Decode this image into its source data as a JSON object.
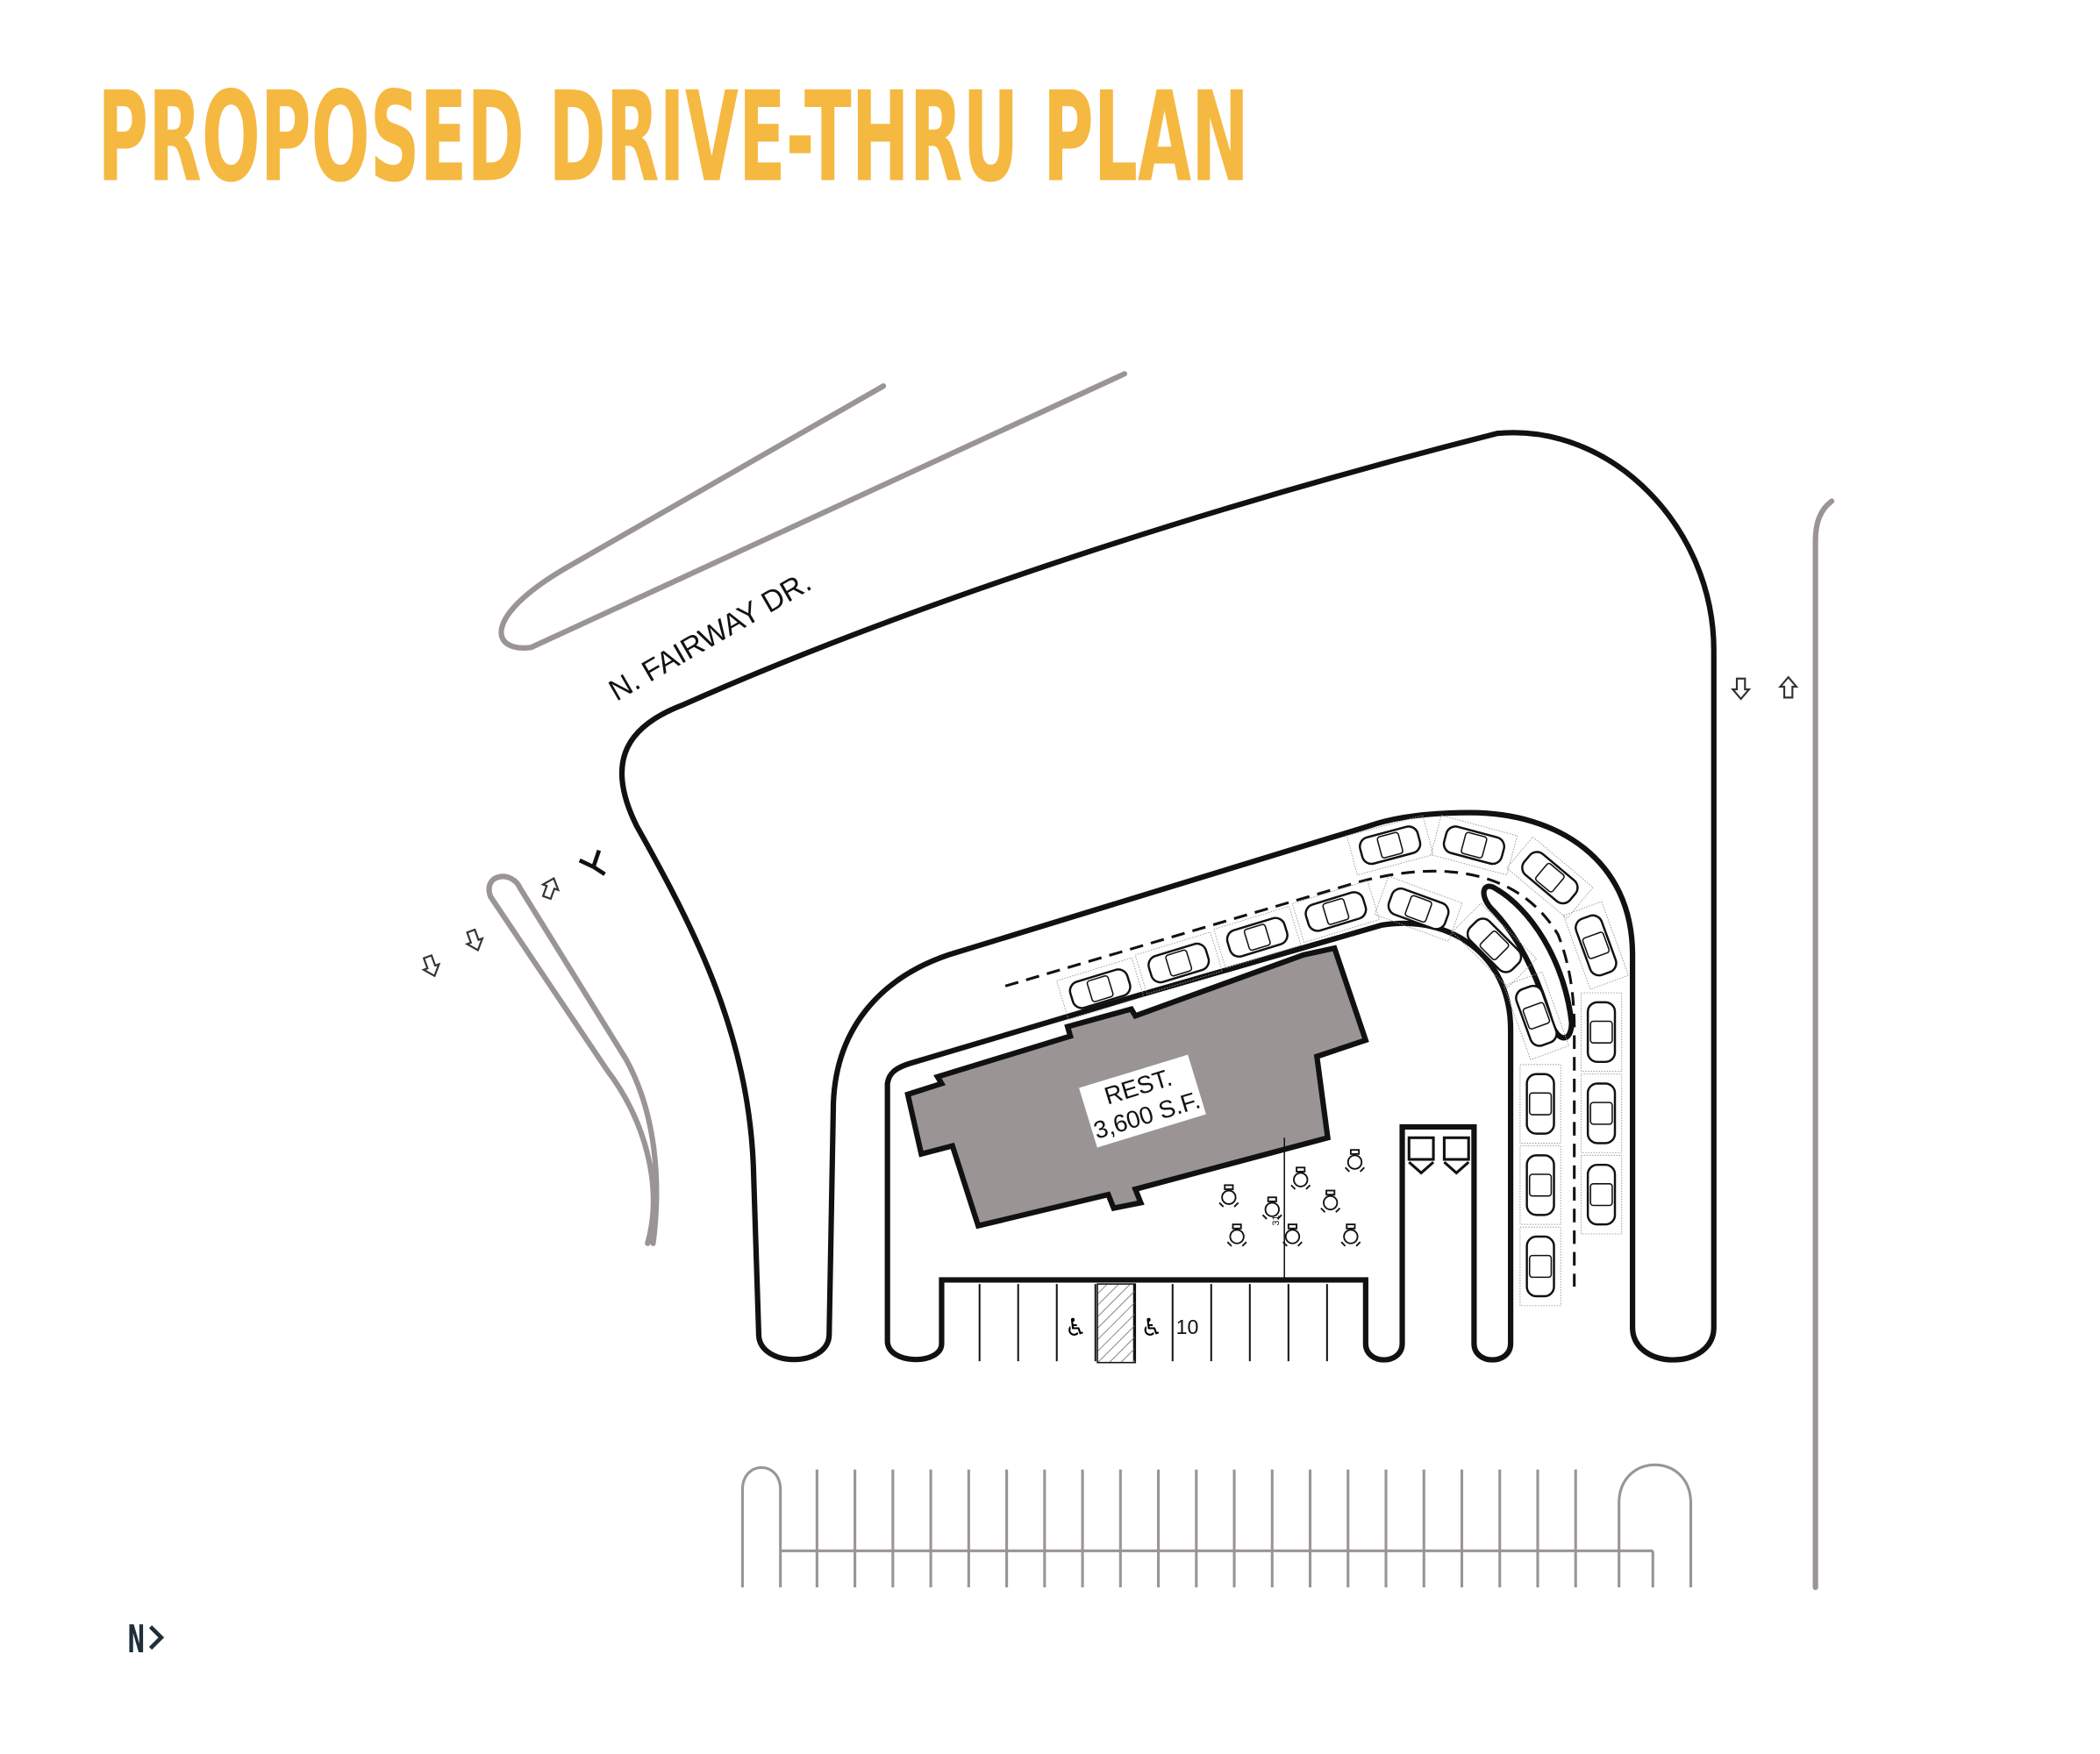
{
  "title": "PROPOSED DRIVE-THRU PLAN",
  "street_label": "N. FAIRWAY DR.",
  "building": {
    "name": "REST.",
    "area": "3,600 S.F."
  },
  "parking_count_label": "10",
  "dimension_label": "31'-4\"",
  "north_indicator": {
    "letter": "N",
    "arrow": ">"
  },
  "colors": {
    "title": "#F5B841",
    "building": "#9a9594",
    "road": "#9a9594",
    "north": "#1f2f3a"
  }
}
